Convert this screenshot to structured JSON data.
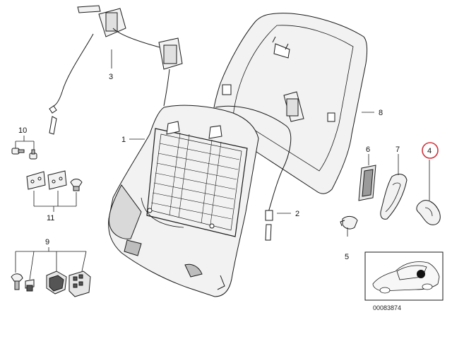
{
  "callouts": {
    "c1": "1",
    "c2": "2",
    "c3": "3",
    "c4": "4",
    "c5": "5",
    "c6": "6",
    "c7": "7",
    "c8": "8",
    "c9": "9",
    "c10": "10",
    "c11": "11"
  },
  "highlighted_callout": "4",
  "diagram_id": "00083874",
  "colors": {
    "line": "#1a1a1a",
    "part_fill": "#f2f2f2",
    "dark_fill": "#555555",
    "highlight": "#d0313a"
  },
  "icons": {
    "thumbnail": "car-silhouette-icon"
  }
}
